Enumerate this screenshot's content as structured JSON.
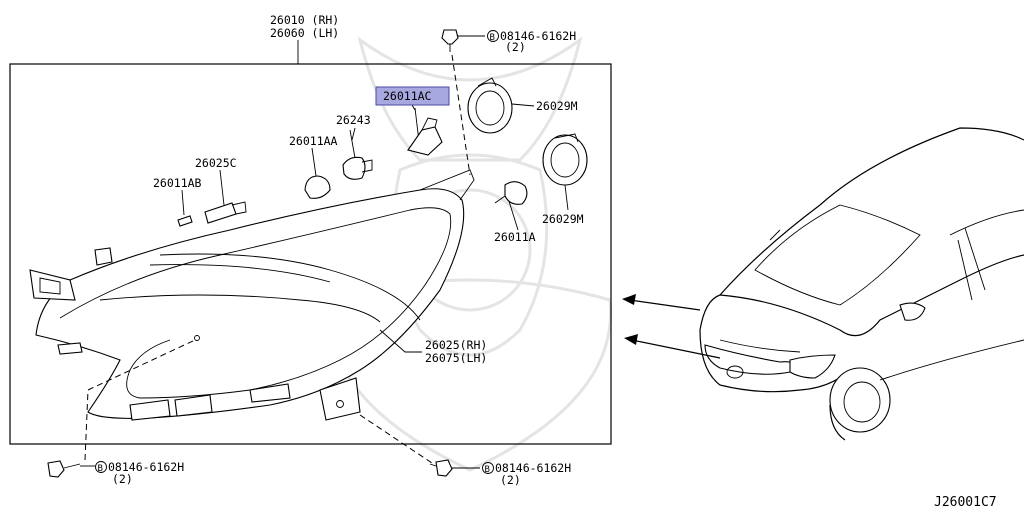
{
  "diagram": {
    "part_main_rh": "26010 (RH)",
    "part_main_lh": "26060 (LH)",
    "part_highlight": "26011AC",
    "part_26243": "26243",
    "part_26011AA": "26011AA",
    "part_26025C": "26025C",
    "part_26011AB": "26011AB",
    "part_26029M_top": "26029M",
    "part_26029M_bottom": "26029M",
    "part_26011A": "26011A",
    "part_lens_rh": "26025(RH)",
    "part_lens_lh": "26075(LH)",
    "bolt_top": {
      "code": "08146-6162H",
      "qty": "(2)"
    },
    "bolt_left": {
      "code": "08146-6162H",
      "qty": "(2)"
    },
    "bolt_bottom": {
      "code": "08146-6162H",
      "qty": "(2)"
    },
    "bolt_symbol": "B",
    "diagram_code": "J26001C7",
    "highlight_color": "#a7a8e0"
  }
}
